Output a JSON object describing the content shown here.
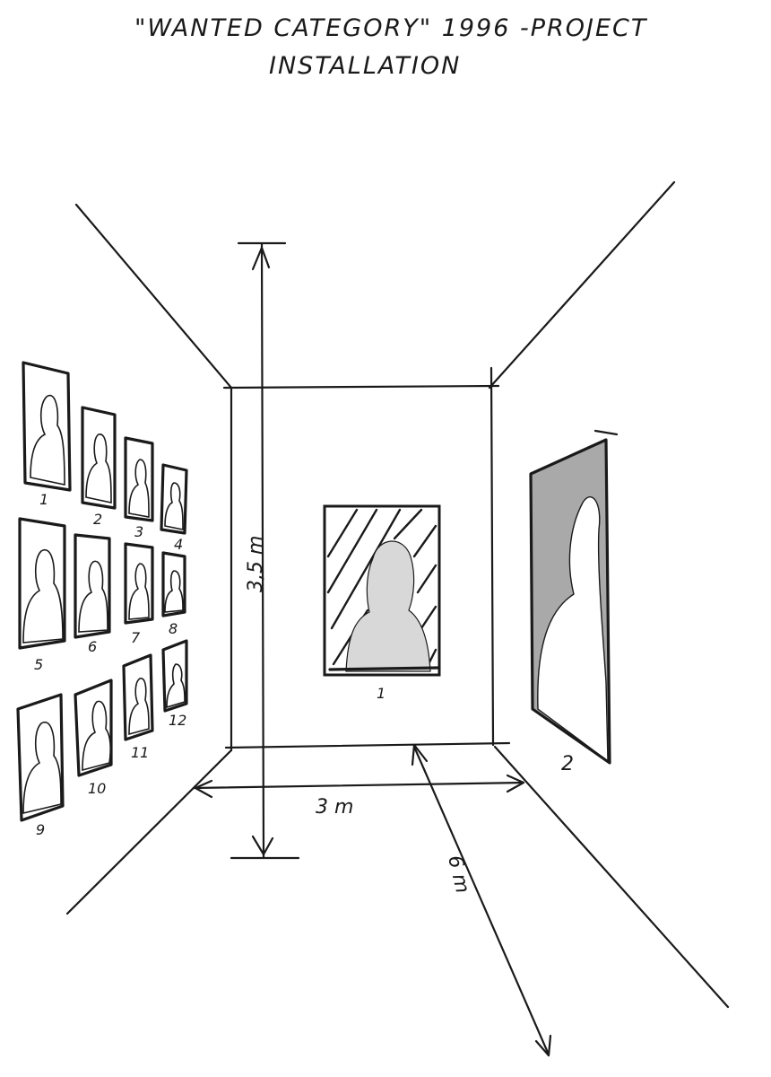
{
  "title": {
    "line1": "\"WANTED CATEGORY\" 1996 -PROJECT",
    "line2": "INSTALLATION"
  },
  "dimensions": {
    "height": "3,5 m",
    "width": "3 m",
    "depth": "6 m"
  },
  "back_wall": {
    "picture_label": "1"
  },
  "right_wall": {
    "picture_label": "2"
  },
  "left_wall": {
    "picture_labels": [
      "1",
      "2",
      "3",
      "4",
      "5",
      "6",
      "7",
      "8",
      "9",
      "10",
      "11",
      "12"
    ]
  }
}
